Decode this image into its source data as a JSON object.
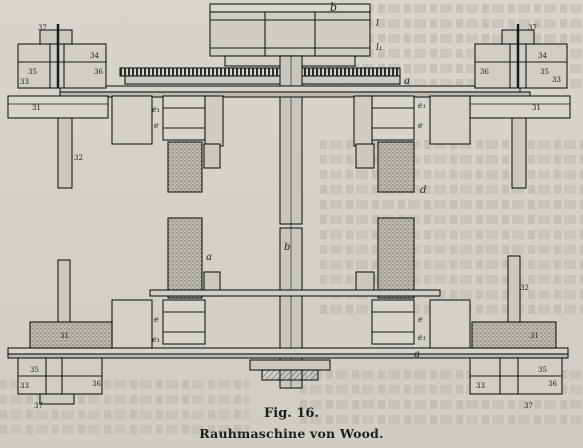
{
  "figure": {
    "number": "Fig. 16.",
    "title": "Rauhmaschine von Wood.",
    "labels": {
      "b_top": "b",
      "b_mid": "b",
      "l": "l",
      "l1": "l₁",
      "a_top": "a",
      "a_bottom": "a",
      "a_left": "a",
      "d": "d",
      "e_1": "e",
      "e1_1": "e₁",
      "e_2": "e",
      "e1_2": "e₁",
      "e_3": "e",
      "e1_3": "e₁",
      "e_4": "e",
      "e1_4": "e₁",
      "n31_tl": "31",
      "n31_tr": "31",
      "n31_bl": "31",
      "n31_br": "31",
      "n32_left": "32",
      "n32_right": "32",
      "n33_tl": "33",
      "n33_tr": "33",
      "n33_bl": "33",
      "n33_br": "33",
      "n34_tl": "34",
      "n34_tr": "34",
      "n35_tl": "35",
      "n35_tr": "35",
      "n35_bl": "35",
      "n35_br": "35",
      "n36_tl": "36",
      "n36_tr": "36",
      "n36_bl": "36",
      "n36_br": "36",
      "n37_tl": "37",
      "n37_tr": "37",
      "n37_bl": "37",
      "n37_br": "37"
    }
  },
  "colors": {
    "ink": "#1a1a1a",
    "paper": "#d3d1c8",
    "stipple": "#6e6a62"
  }
}
